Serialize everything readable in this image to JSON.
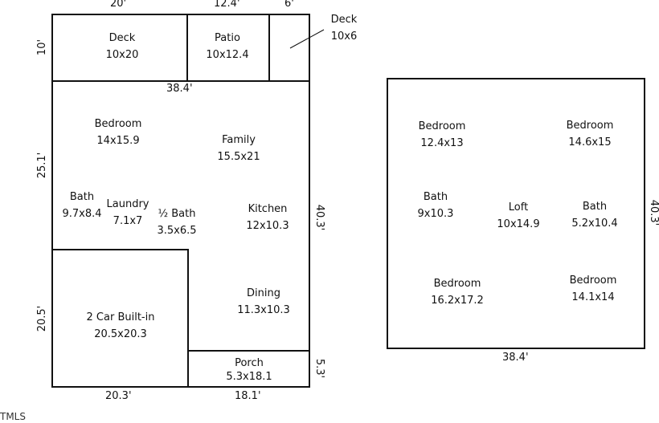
{
  "first_floor": {
    "rooms": [
      {
        "id": "deck-main",
        "name": "Deck",
        "size": "10x20"
      },
      {
        "id": "patio",
        "name": "Patio",
        "size": "10x12.4"
      },
      {
        "id": "deck-side",
        "name": "Deck",
        "size": "10x6"
      },
      {
        "id": "bedroom",
        "name": "Bedroom",
        "size": "14x15.9"
      },
      {
        "id": "family",
        "name": "Family",
        "size": "15.5x21"
      },
      {
        "id": "bath",
        "name": "Bath",
        "size": "9.7x8.4"
      },
      {
        "id": "laundry",
        "name": "Laundry",
        "size": "7.1x7"
      },
      {
        "id": "half-bath",
        "name": "½ Bath",
        "size": "3.5x6.5"
      },
      {
        "id": "kitchen",
        "name": "Kitchen",
        "size": "12x10.3"
      },
      {
        "id": "dining",
        "name": "Dining",
        "size": "11.3x10.3"
      },
      {
        "id": "garage",
        "name": "2 Car Built-in",
        "size": "20.5x20.3"
      },
      {
        "id": "porch",
        "name": "Porch",
        "size": "5.3x18.1"
      }
    ],
    "dimensions": {
      "top_deck": "20'",
      "top_patio": "12.4'",
      "top_side": "6'",
      "deck_depth": "10'",
      "width_main": "38.4'",
      "left_upper": "25.1'",
      "left_lower": "20.5'",
      "right_height": "40.3'",
      "porch_depth": "5.3'",
      "bottom_garage": "20.3'",
      "bottom_porch": "18.1'"
    }
  },
  "second_floor": {
    "rooms": [
      {
        "id": "bedroom-1",
        "name": "Bedroom",
        "size": "12.4x13"
      },
      {
        "id": "bedroom-2",
        "name": "Bedroom",
        "size": "14.6x15"
      },
      {
        "id": "bath-1",
        "name": "Bath",
        "size": "9x10.3"
      },
      {
        "id": "loft",
        "name": "Loft",
        "size": "10x14.9"
      },
      {
        "id": "bath-2",
        "name": "Bath",
        "size": "5.2x10.4"
      },
      {
        "id": "bedroom-3",
        "name": "Bedroom",
        "size": "16.2x17.2"
      },
      {
        "id": "bedroom-4",
        "name": "Bedroom",
        "size": "14.1x14"
      }
    ],
    "dimensions": {
      "width": "38.4'",
      "height": "40.3'"
    }
  },
  "watermark": "TMLS"
}
